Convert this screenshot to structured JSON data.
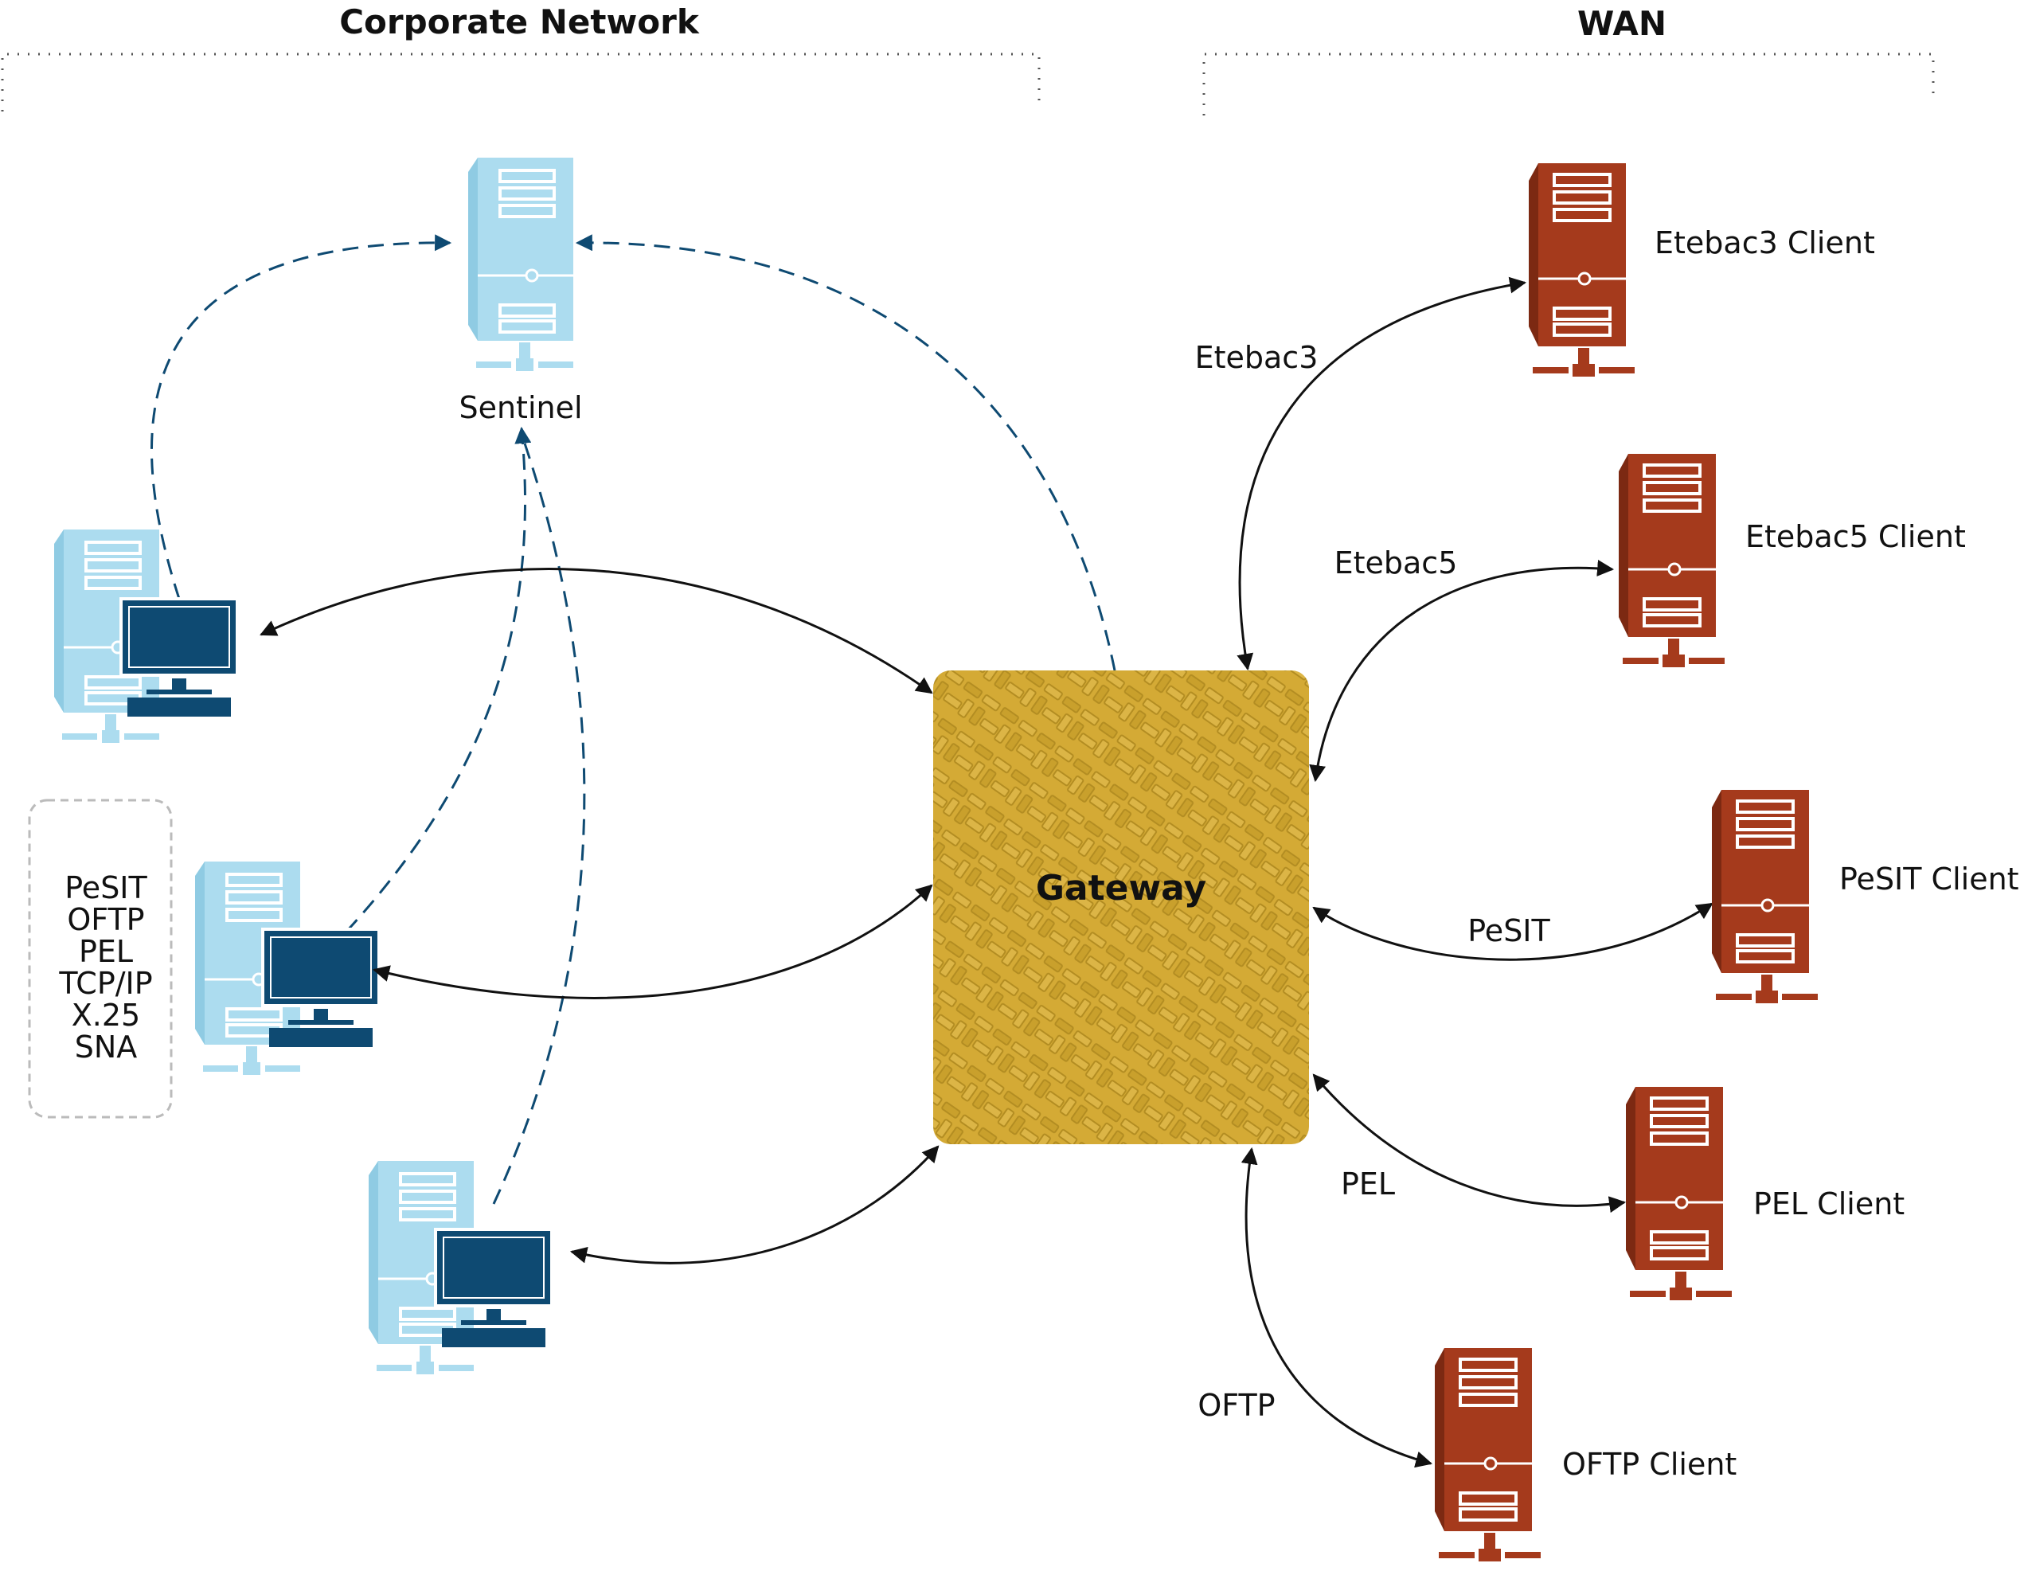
{
  "headers": {
    "corporate": "Corporate Network",
    "wan": "WAN"
  },
  "sentinel_label": "Sentinel",
  "gateway_label": "Gateway",
  "protocol_box": [
    "PeSIT",
    "OFTP",
    "PEL",
    "TCP/IP",
    "X.25",
    "SNA"
  ],
  "clients": {
    "etebac3": "Etebac3 Client",
    "etebac5": "Etebac5 Client",
    "pesit": "PeSIT Client",
    "pel": "PEL Client",
    "oftp": "OFTP Client"
  },
  "links": {
    "etebac3": "Etebac3",
    "etebac5": "Etebac5",
    "pesit": "PeSIT",
    "pel": "PEL",
    "oftp": "OFTP"
  },
  "colors": {
    "corporate_server": "#acdcef",
    "workstation_monitor": "#0e4a72",
    "client_server": "#a53a1c",
    "gateway": "#d4aa35",
    "dashed_link": "#0e4a72",
    "solid_link": "#111111"
  },
  "icons": {
    "corporate_server": "server-icon",
    "workstation": "workstation-icon",
    "client_server": "server-icon"
  }
}
